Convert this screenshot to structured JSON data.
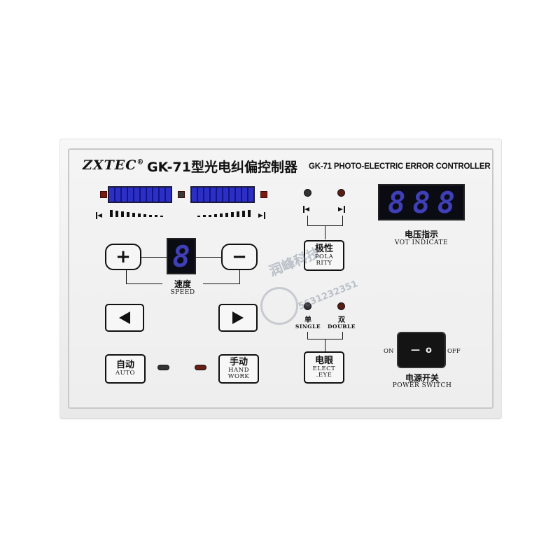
{
  "header": {
    "brand": "ZXTEC",
    "registered": "®",
    "title_zh": "GK-71型光电纠偏控制器",
    "title_en": "GK-71 PHOTO-ELECTRIC ERROR CONTROLLER"
  },
  "voltage_display": {
    "digits": [
      "8",
      "8",
      "8"
    ],
    "label_zh": "电压指示",
    "label_en": "VOT INDICATE"
  },
  "speed": {
    "plus_label": "+",
    "minus_label": "−",
    "digit": "8",
    "label_zh": "速度",
    "label_en": "SPEED"
  },
  "polarity": {
    "label_zh": "极性",
    "label_en_1": "POLA",
    "label_en_2": "RITY"
  },
  "mode": {
    "auto_zh": "自动",
    "auto_en": "AUTO",
    "hand_zh": "手动",
    "hand_en_1": "HAND",
    "hand_en_2": "WORK"
  },
  "eye": {
    "single_zh": "单",
    "single_en": "SINGLE",
    "double_zh": "双",
    "double_en": "DOUBLE",
    "label_zh": "电眼",
    "label_en_1": "ELECT",
    "label_en_2": ".EYE"
  },
  "power": {
    "on_label": "ON",
    "off_label": "OFF",
    "mark_on": "—",
    "mark_off": "o",
    "label_zh": "电源开关",
    "label_en": "POWER SWITCH"
  },
  "watermark": {
    "text_zh": "润峰科技",
    "phone": "5631232351"
  }
}
